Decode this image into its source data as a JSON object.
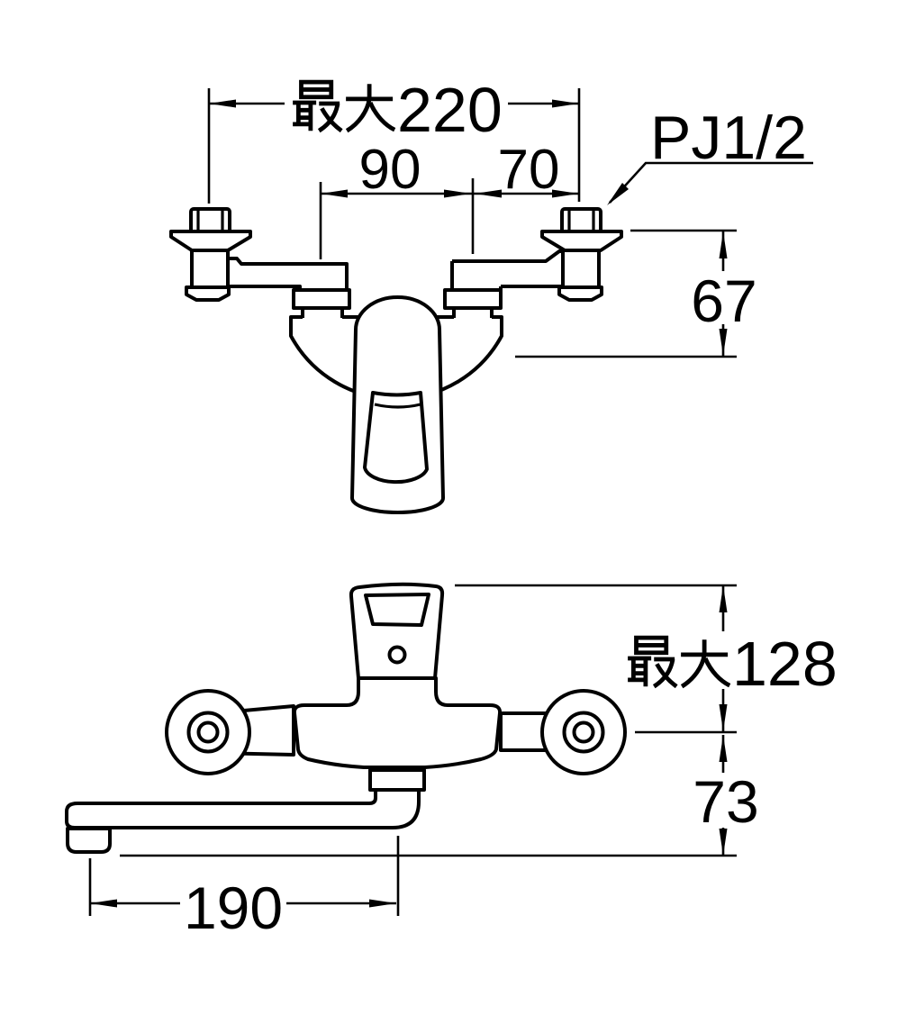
{
  "colors": {
    "line": "#000000",
    "background": "#ffffff"
  },
  "top_view": {
    "dim_max_width_prefix": "最大",
    "dim_max_width_value": "220",
    "dim_left_pitch": "90",
    "dim_right_pitch": "70",
    "thread_label": "PJ1/2",
    "dim_wall_offset": "67"
  },
  "front_view": {
    "dim_max_height_prefix": "最大",
    "dim_max_height_value": "128",
    "dim_center_drop": "73",
    "dim_spout_reach": "190"
  }
}
